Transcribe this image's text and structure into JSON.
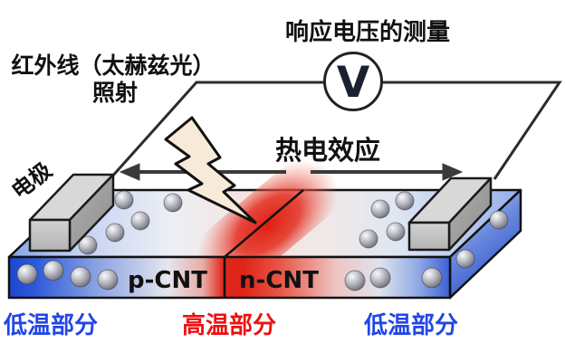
{
  "diagram": {
    "measurement_title": "响应电压的测量",
    "irradiation_label_line1": "红外线（太赫兹光）",
    "irradiation_label_line2": "照射",
    "thermoelectric_label": "热电效应",
    "electrode_label": "电极",
    "voltmeter_symbol": "V",
    "p_region_label": "p-CNT",
    "n_region_label": "n-CNT",
    "zone_labels": {
      "cold_left": "低温部分",
      "hot_center": "高温部分",
      "cold_right": "低温部分"
    },
    "colors": {
      "main_text": "#111111",
      "cold_zone_text": "#2146e8",
      "hot_zone_text": "#ec1111",
      "cold_blue": "#2450d2",
      "hot_red": "#e02318",
      "bolt_fill": "#f7ead8",
      "electrode_gray": "#c6c6c6",
      "wire": "#2b2b2b"
    }
  }
}
